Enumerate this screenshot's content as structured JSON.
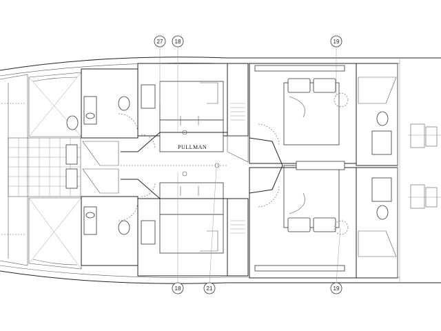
{
  "labels": {
    "pullman": "PULLMAN"
  },
  "callouts": {
    "c27": "27",
    "c18_top": "18",
    "c19_top": "19",
    "c18_bottom": "18",
    "c21_bottom": "21",
    "c19_bottom": "19"
  },
  "colors": {
    "line": "#222222",
    "paper": "#ffffff"
  }
}
